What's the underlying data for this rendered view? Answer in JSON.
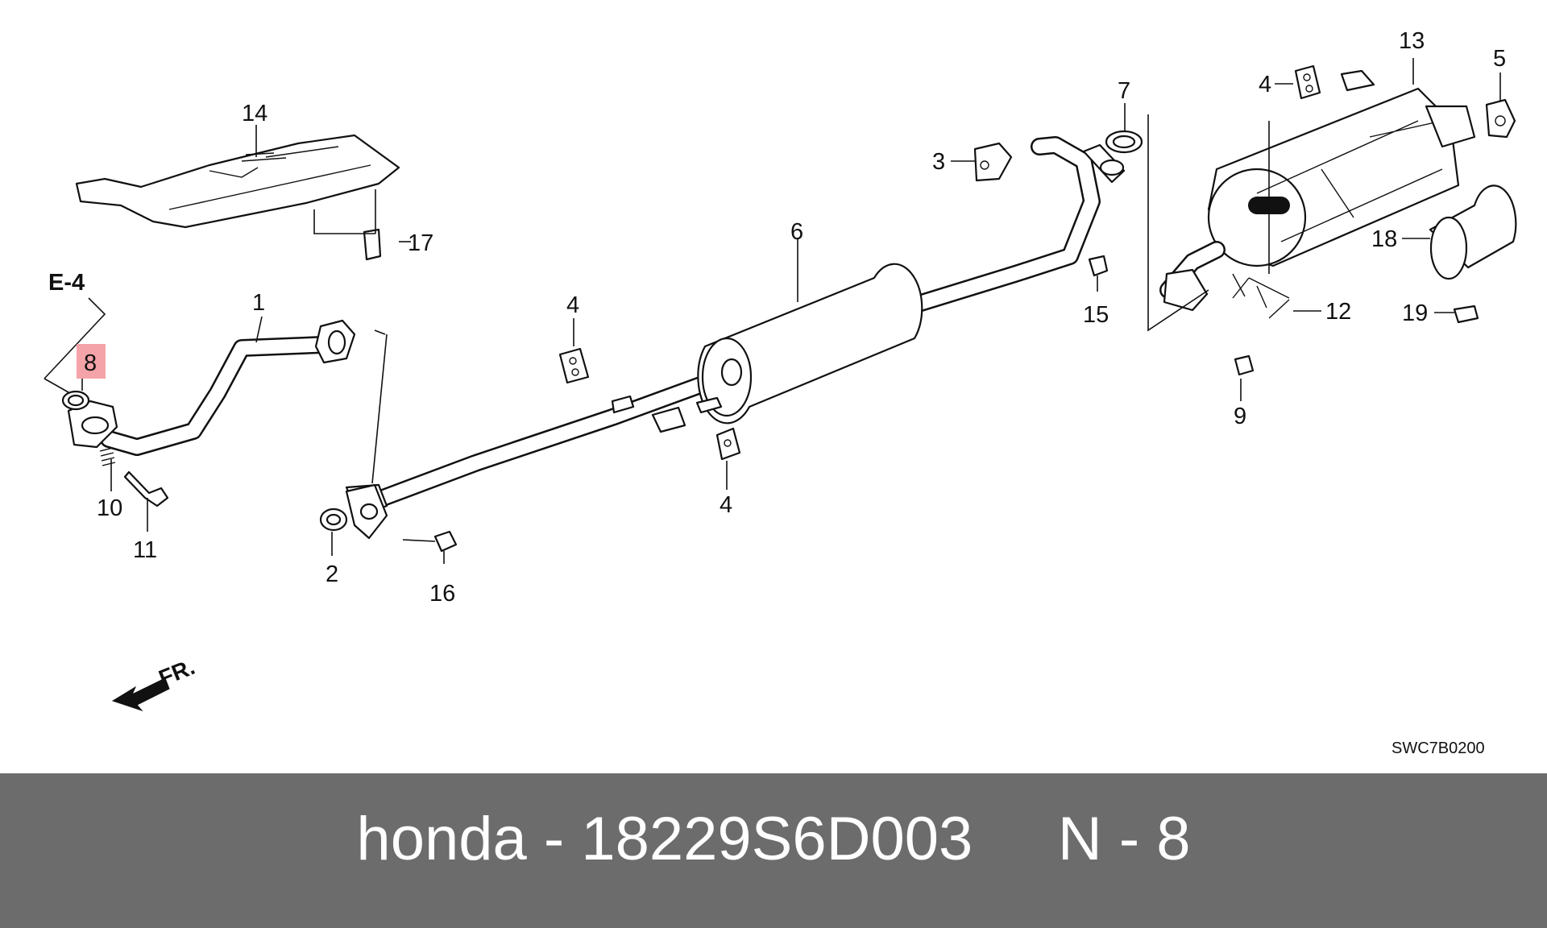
{
  "diagram": {
    "reference_label": "E-4",
    "front_label": "FR.",
    "drawing_code": "SWC7B0200",
    "highlight_color": "#f4a3a8",
    "callouts": [
      "1",
      "2",
      "3",
      "4",
      "4",
      "4",
      "5",
      "6",
      "7",
      "8",
      "9",
      "10",
      "11",
      "12",
      "13",
      "14",
      "15",
      "16",
      "17",
      "18",
      "19"
    ]
  },
  "footer": {
    "title": "honda - 18229S6D003     N - 8"
  }
}
